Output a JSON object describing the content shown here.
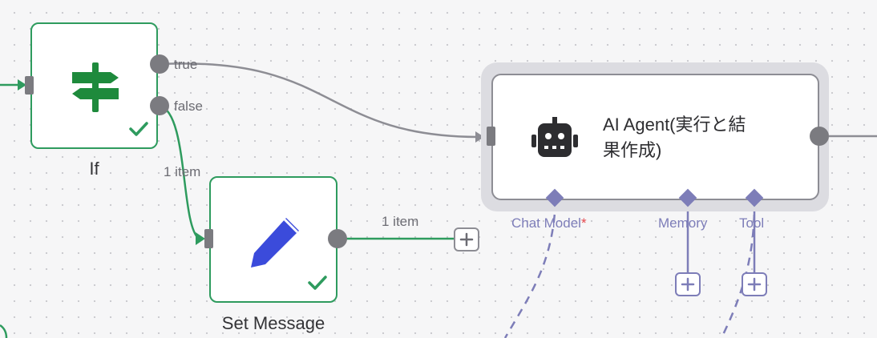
{
  "nodes": {
    "if_node": {
      "name": "If",
      "output_true": "true",
      "output_false": "false"
    },
    "set_message": {
      "name": "Set Message"
    },
    "ai_agent": {
      "name_line1": "AI Agent(実行と結",
      "name_line2": "果作成)",
      "sub_inputs": {
        "chat_model": "Chat Model",
        "chat_model_required": "*",
        "memory": "Memory",
        "tool": "Tool"
      }
    }
  },
  "connections": {
    "false_to_set_count": "1 item",
    "set_output_count": "1 item"
  },
  "colors": {
    "success": "#2e9b5e",
    "if_icon": "#1e8a3c",
    "set_icon": "#3b4bdb",
    "sub_input": "#7d7db8",
    "main_wire": "#8d8d94"
  }
}
